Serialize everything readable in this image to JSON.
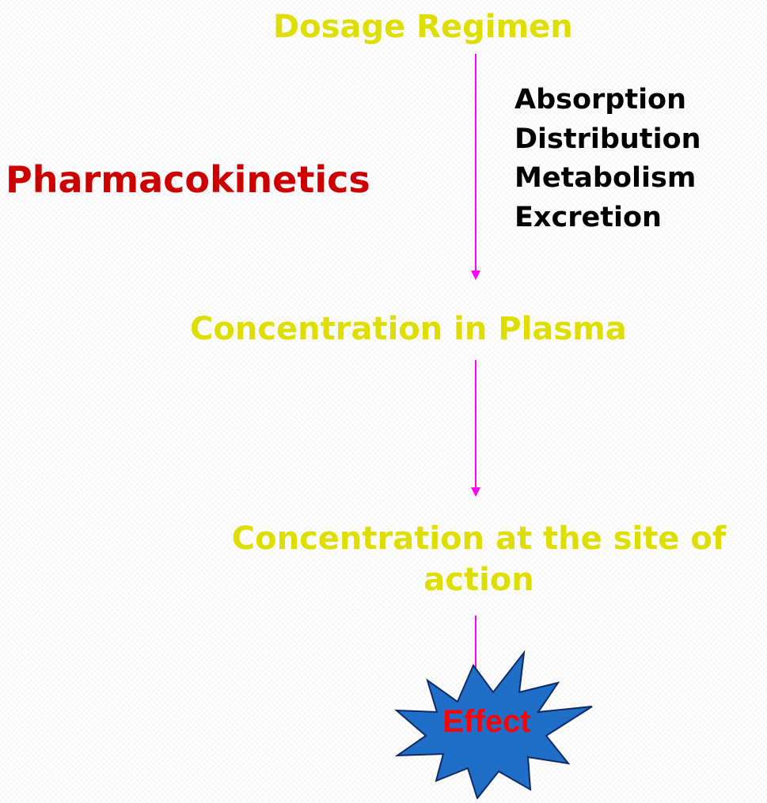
{
  "diagram": {
    "steps": [
      "Dosage Regimen",
      "Concentration in Plasma",
      "Concentration at the site of action"
    ],
    "side_label": "Pharmacokinetics",
    "processes": [
      "Absorption",
      "Distribution",
      "Metabolism",
      "Excretion"
    ],
    "effect_label": "Effect",
    "colors": {
      "step_text": "#dede00",
      "side_label": "#cc0000",
      "process_text": "#000000",
      "arrow": "#ff00ff",
      "burst_fill": "#1f6fc8",
      "burst_stroke": "#0d2a66",
      "effect_text": "#ff0000"
    }
  }
}
